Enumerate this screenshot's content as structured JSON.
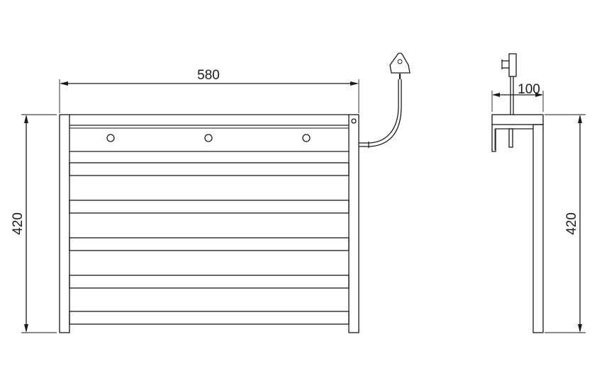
{
  "front_view": {
    "width_label": "580",
    "height_label": "420"
  },
  "side_view": {
    "depth_label": "100",
    "height_label": "420"
  }
}
